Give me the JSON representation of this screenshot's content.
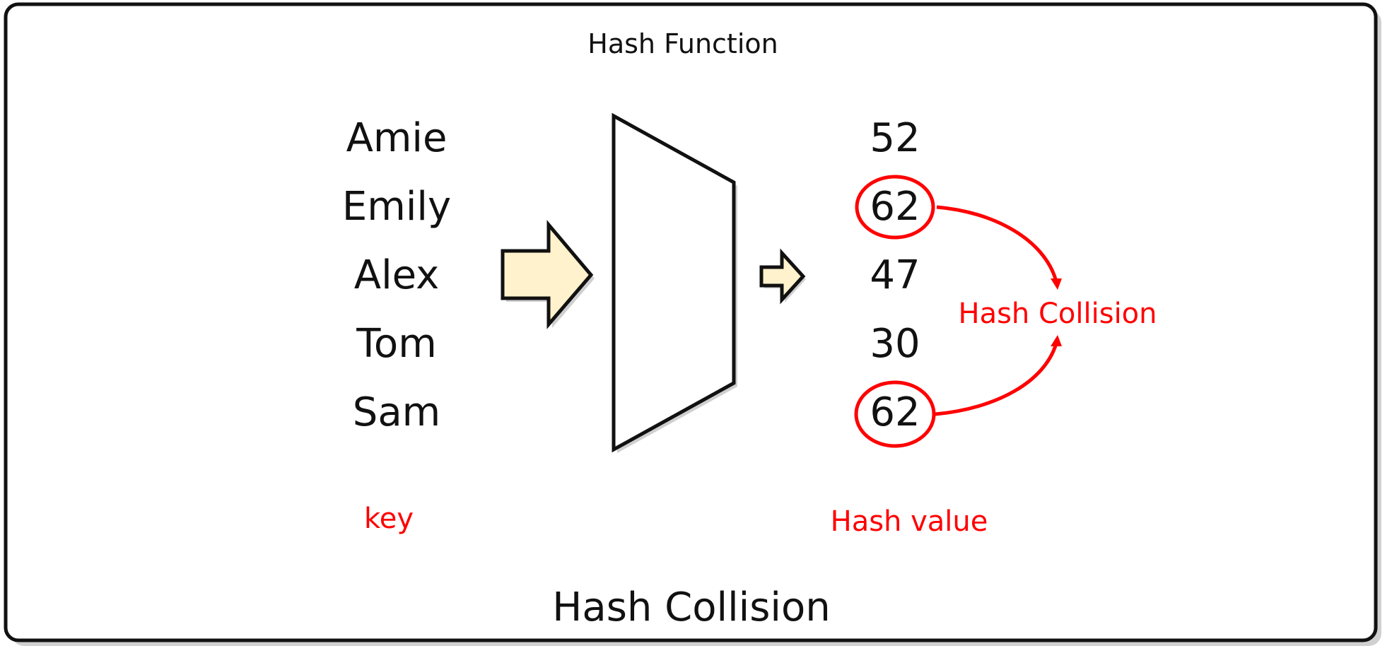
{
  "title": "Hash Function",
  "keys": [
    "Amie",
    "Emily",
    "Alex",
    "Tom",
    "Sam"
  ],
  "hash_values": [
    "52",
    "62",
    "47",
    "30",
    "62"
  ],
  "collision_indices": [
    1,
    4
  ],
  "collision_label": "Hash Collision",
  "key_caption": "key",
  "hash_value_caption": "Hash value",
  "footer": "Hash Collision",
  "colors": {
    "accent": "#ff0000",
    "arrow_fill": "#fff2cc",
    "stroke": "#111111"
  }
}
